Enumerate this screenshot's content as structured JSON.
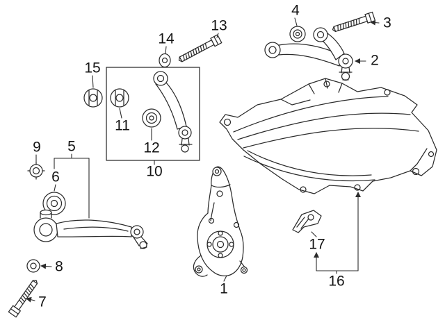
{
  "diagram": {
    "background_color": "#ffffff",
    "line_color": "#2b2b2b",
    "text_color": "#141414",
    "callouts": {
      "c1": {
        "label": "1"
      },
      "c2": {
        "label": "2"
      },
      "c3": {
        "label": "3"
      },
      "c4": {
        "label": "4"
      },
      "c5": {
        "label": "5"
      },
      "c6": {
        "label": "6"
      },
      "c7": {
        "label": "7"
      },
      "c8": {
        "label": "8"
      },
      "c9": {
        "label": "9"
      },
      "c10": {
        "label": "10"
      },
      "c11": {
        "label": "11"
      },
      "c12": {
        "label": "12"
      },
      "c13": {
        "label": "13"
      },
      "c14": {
        "label": "14"
      },
      "c15": {
        "label": "15"
      },
      "c16": {
        "label": "16"
      },
      "c17": {
        "label": "17"
      }
    }
  }
}
